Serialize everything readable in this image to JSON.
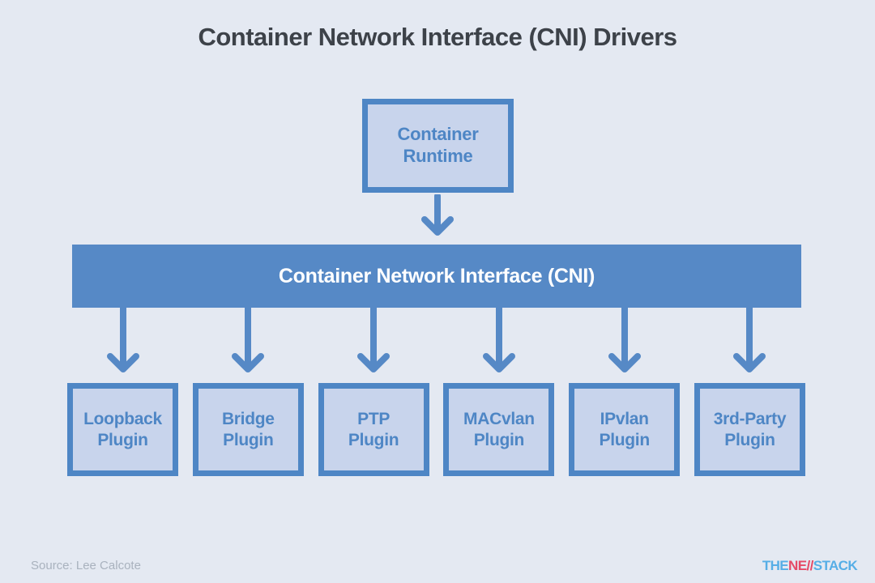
{
  "title": "Container Network Interface (CNI) Drivers",
  "runtime_box": {
    "line1": "Container",
    "line2": "Runtime"
  },
  "cni_bar": {
    "label": "Container Network Interface (CNI)"
  },
  "plugins": [
    {
      "line1": "Loopback",
      "line2": "Plugin"
    },
    {
      "line1": "Bridge",
      "line2": "Plugin"
    },
    {
      "line1": "PTP",
      "line2": "Plugin"
    },
    {
      "line1": "MACvlan",
      "line2": "Plugin"
    },
    {
      "line1": "IPvlan",
      "line2": "Plugin"
    },
    {
      "line1": "3rd-Party",
      "line2": "Plugin"
    }
  ],
  "footer": {
    "source": "Source: Lee Calcote",
    "logo": {
      "part1": "THE",
      "part2": "NE//",
      "part3": "STACK"
    }
  },
  "colors": {
    "background": "#e4e9f2",
    "bar_fill": "#5689c6",
    "box_border": "#4e86c5",
    "box_fill": "#c8d4ec",
    "box_text": "#4e86c5",
    "bar_text": "#ffffff",
    "title_text": "#3d4249",
    "source_text": "#a9b2be",
    "logo_blue": "#56aee6",
    "logo_pink": "#e54a67"
  }
}
